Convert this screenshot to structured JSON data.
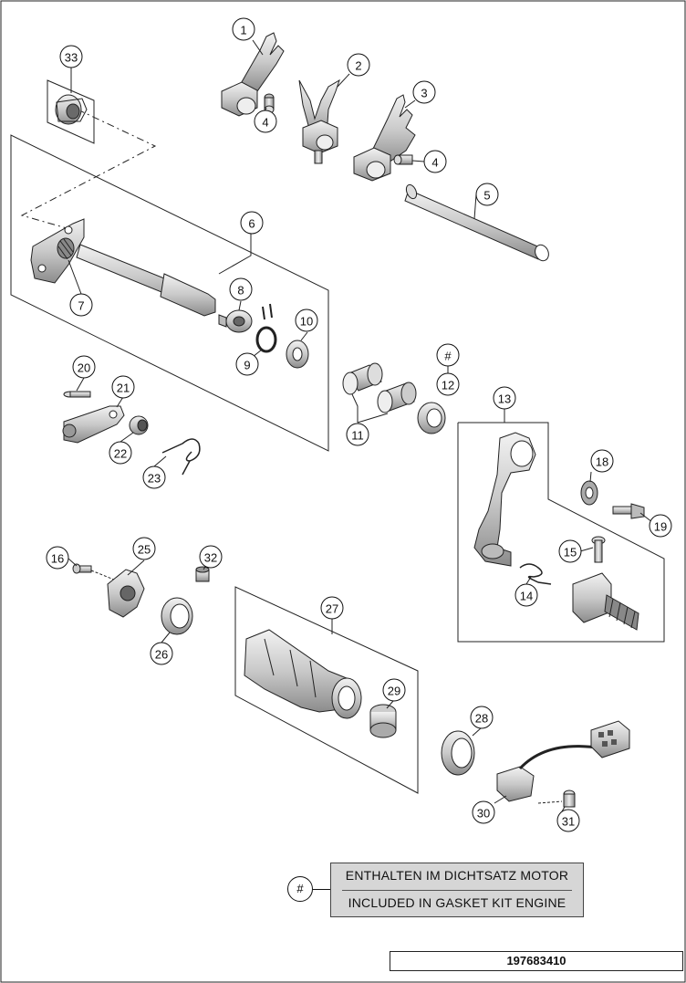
{
  "callouts": [
    "1",
    "2",
    "3",
    "4",
    "4",
    "5",
    "6",
    "7",
    "8",
    "9",
    "10",
    "#",
    "12",
    "11",
    "13",
    "18",
    "19",
    "15",
    "14",
    "20",
    "21",
    "22",
    "23",
    "16",
    "25",
    "32",
    "26",
    "27",
    "29",
    "28",
    "30",
    "31",
    "33"
  ],
  "legend": {
    "symbol": "#",
    "line1": "ENTHALTEN IM DICHTSATZ MOTOR",
    "line2": "INCLUDED IN GASKET KIT ENGINE"
  },
  "document_number": "197683410",
  "colors": {
    "part_fill": "#d2d2d2",
    "part_shade": "#8a8a8a",
    "outline": "#1a1a1a",
    "legend_bg": "#d6d6d6"
  }
}
